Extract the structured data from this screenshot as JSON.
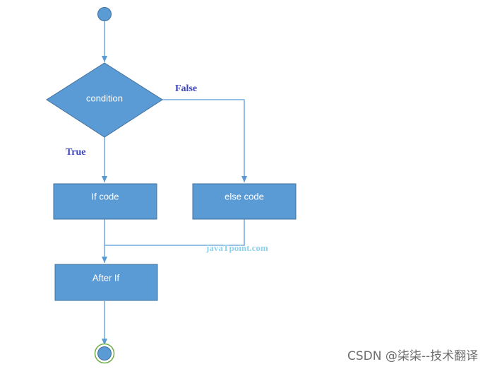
{
  "diagram": {
    "type": "flowchart",
    "colors": {
      "node_fill": "#5b9bd5",
      "node_stroke": "#41719c",
      "edge": "#5b9bd5",
      "end_ring": "#70ad47",
      "branch_label": "#3c46c0",
      "watermark": "#8fd3ee"
    },
    "nodes": {
      "start": {
        "shape": "circle"
      },
      "condition": {
        "shape": "diamond",
        "label": "condition"
      },
      "if_code": {
        "shape": "rectangle",
        "label": "If code"
      },
      "else_code": {
        "shape": "rectangle",
        "label": "else code"
      },
      "after_if": {
        "shape": "rectangle",
        "label": "After If"
      },
      "end": {
        "shape": "circle-ringed"
      }
    },
    "edges": [
      {
        "from": "start",
        "to": "condition",
        "label": ""
      },
      {
        "from": "condition",
        "to": "if_code",
        "label": "True"
      },
      {
        "from": "condition",
        "to": "else_code",
        "label": "False"
      },
      {
        "from": "if_code",
        "to": "after_if",
        "label": ""
      },
      {
        "from": "else_code",
        "to": "after_if",
        "label": ""
      },
      {
        "from": "after_if",
        "to": "end",
        "label": ""
      }
    ]
  },
  "labels": {
    "true_branch": "True",
    "false_branch": "False"
  },
  "watermarks": {
    "site": "javaTpoint.com",
    "csdn": "CSDN @柒柒--技术翻译"
  }
}
